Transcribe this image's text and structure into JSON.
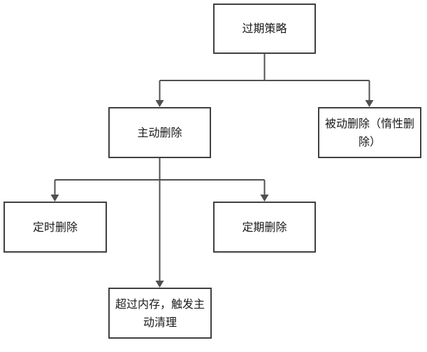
{
  "nodes": {
    "root": "过期策略",
    "active": "主动删除",
    "lazy": "被动删除（惰性删除）",
    "timed": "定时删除",
    "periodic": "定期删除",
    "memory": "超过内存，触发主动清理"
  },
  "edges": [
    {
      "from": "root",
      "to": "active"
    },
    {
      "from": "root",
      "to": "lazy"
    },
    {
      "from": "active",
      "to": "timed"
    },
    {
      "from": "active",
      "to": "periodic"
    },
    {
      "from": "active",
      "to": "memory"
    }
  ],
  "colors": {
    "border": "#404040",
    "connector": "#505050",
    "text": "#1a1a1a"
  }
}
